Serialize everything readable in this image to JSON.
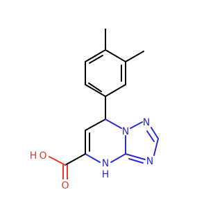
{
  "molecule": {
    "atoms": {
      "n1": "N",
      "n2": "N",
      "n3": "N",
      "nh_n": "N",
      "nh_h": "H",
      "oh_o": "O",
      "oh_h": "H",
      "o2": "O"
    },
    "colors": {
      "carbon": "#000000",
      "nitrogen": "#2a2acf",
      "oxygen": "#e23a2a"
    }
  }
}
